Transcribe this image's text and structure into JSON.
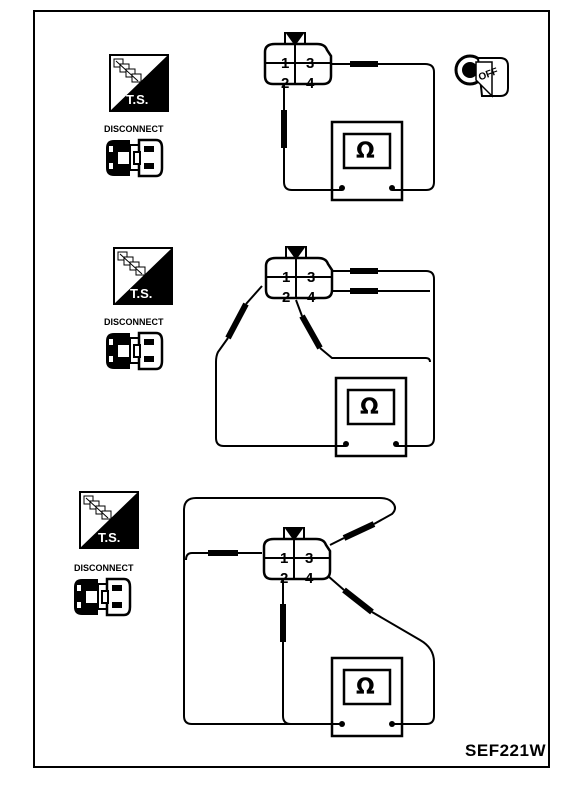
{
  "figure_code": "SEF221W",
  "ts_label": "T.S.",
  "disconnect_label": "DISCONNECT",
  "ohm_symbol": "Ω",
  "ignition_label": "OFF",
  "pins": [
    "1",
    "2",
    "3",
    "4"
  ],
  "icons": [
    "tools-icon",
    "connector-icon",
    "ohmmeter-icon",
    "ignition-key-icon"
  ]
}
